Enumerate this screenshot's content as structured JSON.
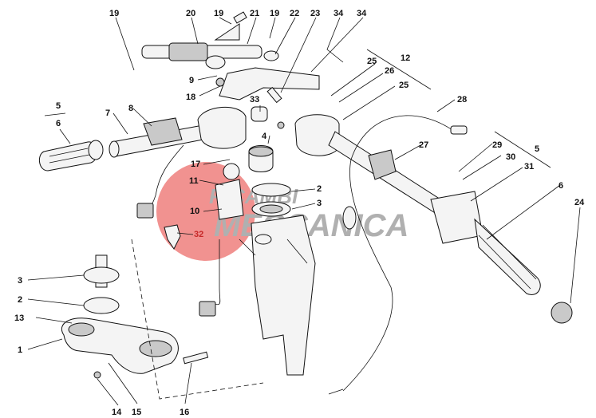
{
  "watermark": {
    "line1": "RICAMBI",
    "line2": "MECCANICA",
    "circle_color": "#e53935",
    "text_color": "#b0b0b0",
    "label_color": "#c62828"
  },
  "callouts": {
    "c19a": "19",
    "c20": "20",
    "c19b": "19",
    "c21": "21",
    "c19c": "19",
    "c22": "22",
    "c23": "23",
    "c34a": "34",
    "c34b": "34",
    "c12": "12",
    "c25a": "25",
    "c26": "26",
    "c25b": "25",
    "c9": "9",
    "c18": "18",
    "c33": "33",
    "c28": "28",
    "c5a": "5",
    "c6a": "6",
    "c7": "7",
    "c8": "8",
    "c4": "4",
    "c27": "27",
    "c29": "29",
    "c30": "30",
    "c5b": "5",
    "c31": "31",
    "c17": "17",
    "c11": "11",
    "c2a": "2",
    "c3a": "3",
    "c6b": "6",
    "c24": "24",
    "c10": "10",
    "c32": "32",
    "c3b": "3",
    "c2b": "2",
    "c13": "13",
    "c1": "1",
    "c14": "14",
    "c15": "15",
    "c16": "16"
  }
}
